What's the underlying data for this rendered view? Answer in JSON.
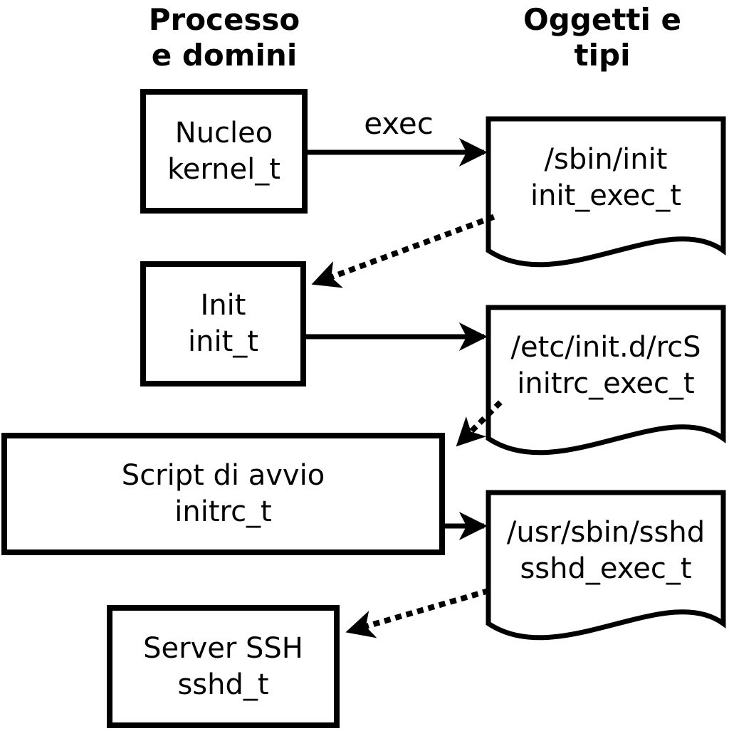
{
  "headers": {
    "processes_line1": "Processo",
    "processes_line2": "e domini",
    "objects_line1": "Oggetti e",
    "objects_line2": "tipi"
  },
  "edges": {
    "exec_label": "exec"
  },
  "process_boxes": [
    {
      "name": "Nucleo",
      "domain": "kernel_t"
    },
    {
      "name": "Init",
      "domain": "init_t"
    },
    {
      "name": "Script di avvio",
      "domain": "initrc_t"
    },
    {
      "name": "Server SSH",
      "domain": "sshd_t"
    }
  ],
  "object_documents": [
    {
      "path": "/sbin/init",
      "type": "init_exec_t"
    },
    {
      "path": "/etc/init.d/rcS",
      "type": "initrc_exec_t"
    },
    {
      "path": "/usr/sbin/sshd",
      "type": "sshd_exec_t"
    }
  ],
  "colors": {
    "stroke": "#000000",
    "background": "#ffffff"
  }
}
